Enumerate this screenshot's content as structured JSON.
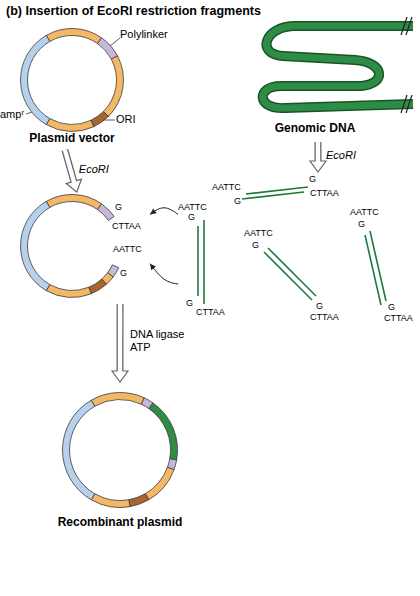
{
  "diagram": {
    "title": "(b) Insertion of EcoRI restriction fragments",
    "nodes": [
      {
        "text": [
          "Plasmid vector"
        ]
      },
      {
        "text": [
          "Genomic DNA"
        ]
      },
      {
        "text": [
          "G",
          "CTTAA",
          "AATTC",
          "G"
        ]
      },
      {
        "text": [
          "AATTC",
          "G",
          "G",
          "CTTAA"
        ]
      },
      {
        "text": [
          "AATTC",
          "G",
          "G",
          "CTTAA"
        ]
      },
      {
        "text": [
          "AATTC",
          "G",
          "G",
          "CTTAA"
        ]
      },
      {
        "text": [
          "AATTC",
          "G",
          "G",
          "CTTAA"
        ]
      },
      {
        "text": [
          "Recombinant plasmid"
        ]
      }
    ],
    "edges": [
      {
        "from": 0,
        "to": 2,
        "arrow": "to",
        "label": "EcoRI"
      },
      {
        "from": 1,
        "to": 4,
        "arrow": "to",
        "label": "EcoRI"
      },
      {
        "from": 3,
        "to": 2,
        "arrow": "to"
      },
      {
        "from": 3,
        "to": 2,
        "arrow": "to"
      },
      {
        "from": 2,
        "to": 7,
        "arrow": "to",
        "label": "DNA ligase ATP"
      }
    ],
    "labels": [
      "Polylinker",
      "ampʳ",
      "ORI"
    ]
  }
}
